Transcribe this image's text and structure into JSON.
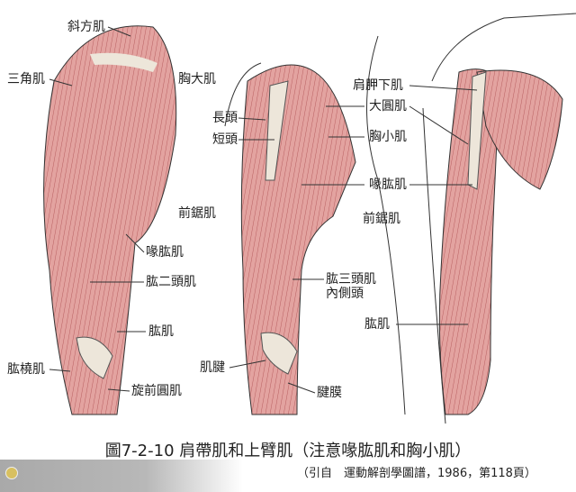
{
  "labels": {
    "trapezius": "斜方肌",
    "deltoid": "三角肌",
    "pectoralis_major": "胸大肌",
    "long_head": "長頭",
    "short_head": "短頭",
    "subscapularis": "肩胛下肌",
    "teres_major": "大圓肌",
    "pectoralis_minor": "胸小肌",
    "coracobrachialis_mid": "喙肱肌",
    "serratus_left": "前鋸肌",
    "serratus_mid": "前鋸肌",
    "coracobrachialis_left": "喙肱肌",
    "biceps": "肱二頭肌",
    "triceps": "肱三頭肌",
    "medial_head": "內側頭",
    "brachialis_left": "肱肌",
    "brachialis_mid": "肱肌",
    "brachioradialis": "肱橈肌",
    "tendon": "肌腱",
    "pronator_teres": "旋前圓肌",
    "aponeurosis": "腱膜"
  },
  "caption": {
    "title": "圖7-2-10 肩帶肌和上臂肌（注意喙肱肌和胸小肌）",
    "source": "（引自　運動解剖學圖譜，1986，第118頁）"
  },
  "colors": {
    "muscle": "#e3a3a0",
    "muscle_dark": "#b85f60",
    "tendon": "#ede6da",
    "outline": "#333333"
  }
}
